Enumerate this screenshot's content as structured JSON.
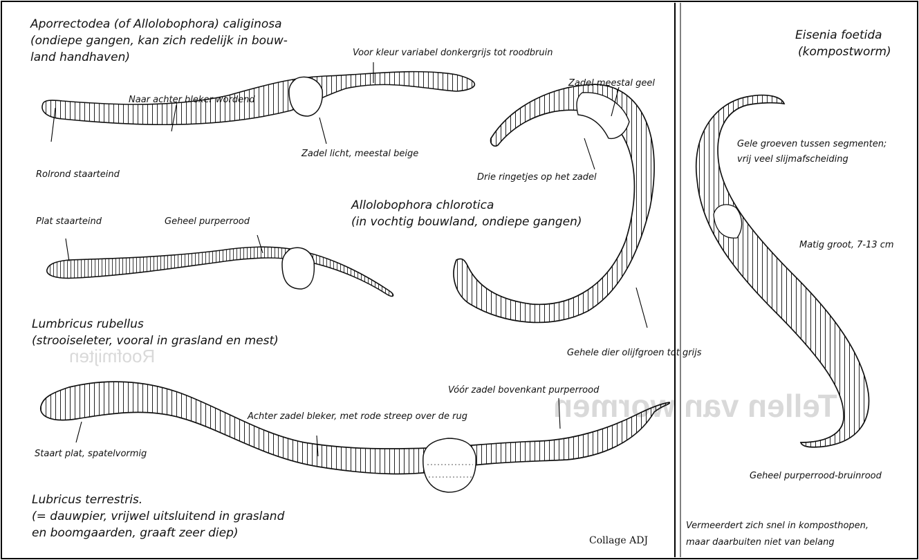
{
  "species": {
    "caliginosa": {
      "name": "Aporrectodea (of Allolobophora) caliginosa",
      "habitat_1": "(ondiepe gangen, kan zich redelijk in bouw-",
      "habitat_2": "land handhaven)",
      "notes": {
        "color": "Voor kleur variabel donkergrijs tot roodbruin",
        "rear": "Naar achter bleker wordend",
        "saddle": "Zadel licht, meestal beige",
        "tail": "Rolrond staarteind"
      }
    },
    "chlorotica": {
      "name": "Allolobophora chlorotica",
      "habitat": "(in vochtig bouwland, ondiepe gangen)",
      "notes": {
        "saddle": "Zadel meestal geel",
        "rings": "Drie ringetjes op het zadel",
        "body": "Gehele dier olijfgroen tot grijs"
      }
    },
    "rubellus": {
      "name": "Lumbricus rubellus",
      "habitat": "(strooiseleter, vooral in grasland en mest)",
      "notes": {
        "tail": "Plat staarteind",
        "color": "Geheel purperrood"
      }
    },
    "terrestris": {
      "name": "Lubricus terrestris.",
      "habitat_1": "(= dauwpier, vrijwel uitsluitend in grasland",
      "habitat_2": "en boomgaarden, graaft zeer diep)",
      "notes": {
        "front": "Vóór zadel bovenkant purperrood",
        "rear": "Achter zadel bleker, met rode streep over de rug",
        "tail": "Staart plat, spatelvormig"
      }
    },
    "foetida": {
      "name": "Eisenia foetida",
      "common": "(kompostworm)",
      "notes": {
        "grooves_1": "Gele groeven tussen segmenten;",
        "grooves_2": "vrij veel slijmafscheiding",
        "size": "Matig groot, 7-13 cm",
        "color": "Geheel purperrood-bruinrood",
        "spread_1": "Vermeerdert zich snel in komposthopen,",
        "spread_2": "maar daarbuiten niet van belang"
      }
    }
  },
  "credit": "Collage ADJ"
}
